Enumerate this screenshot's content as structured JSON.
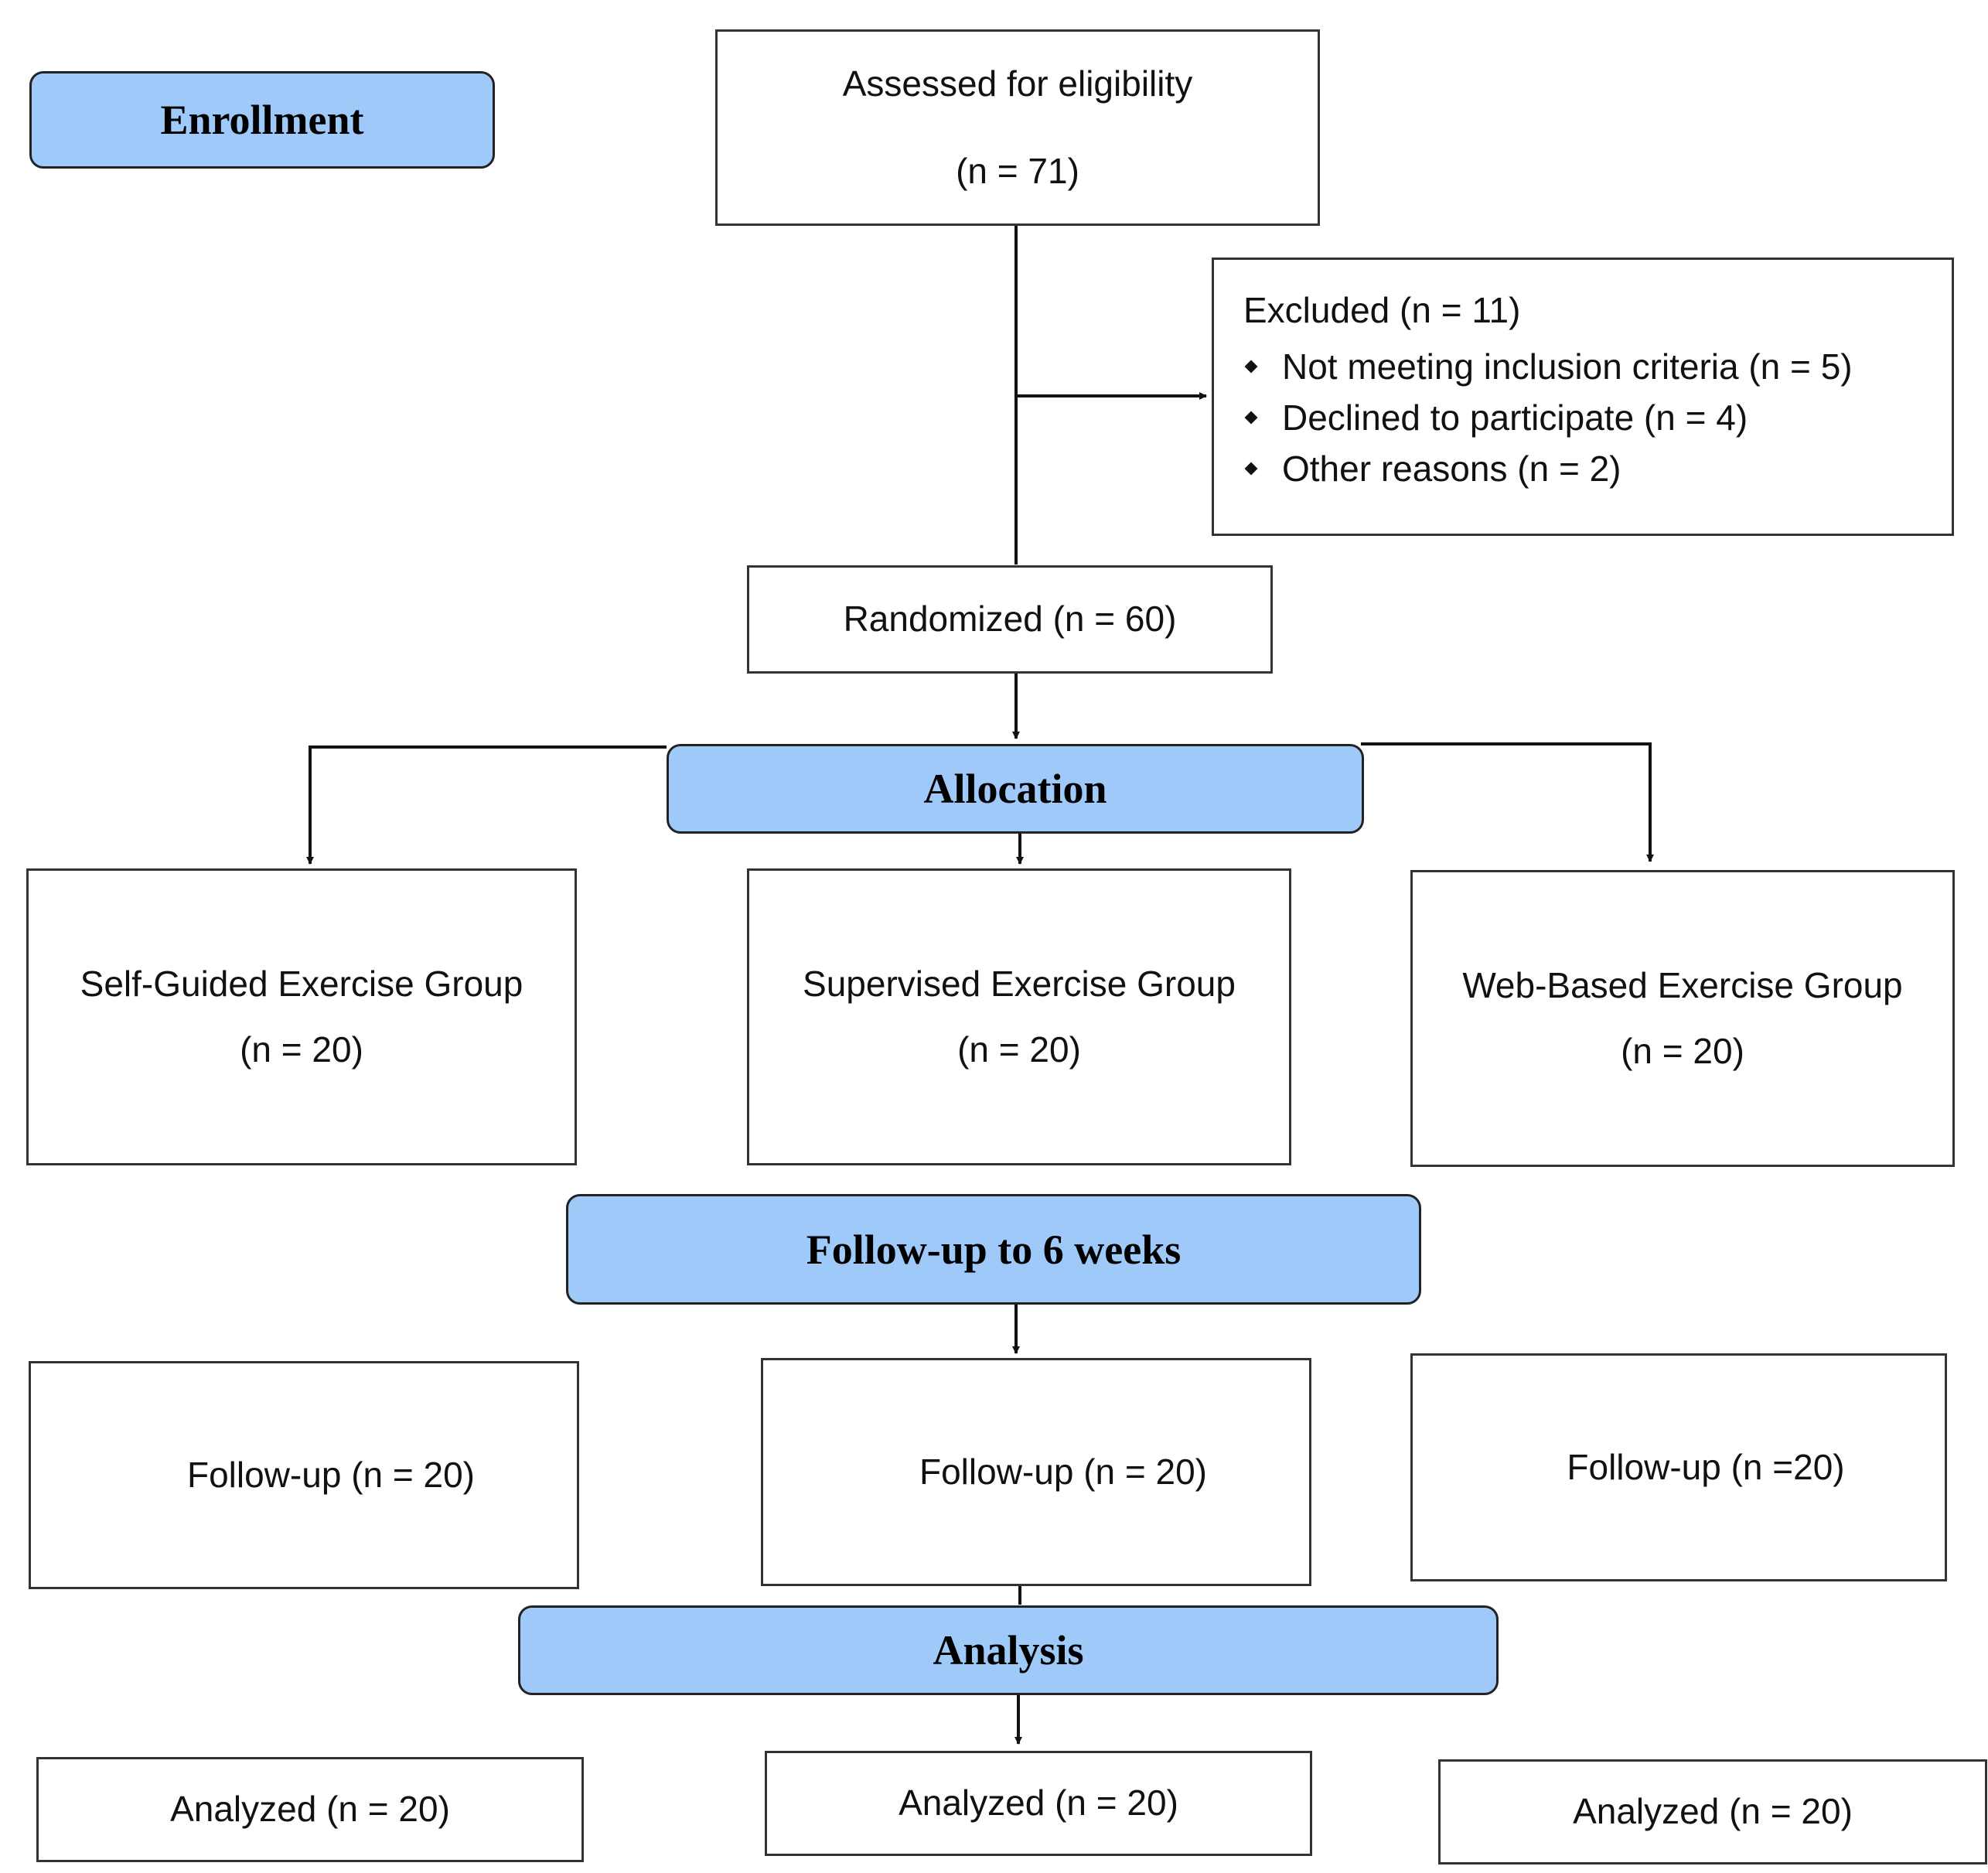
{
  "stages": {
    "enrollment": "Enrollment",
    "allocation": "Allocation",
    "follow_up": "Follow-up to 6 weeks",
    "analysis": "Analysis"
  },
  "assessed": {
    "line1": "Assessed for eligibility",
    "line2": "(n = 71)"
  },
  "excluded": {
    "title": "Excluded (n = 11)",
    "reasons": [
      "Not meeting inclusion criteria (n = 5)",
      "Declined to participate (n = 4)",
      "Other reasons (n = 2)"
    ]
  },
  "randomized": "Randomized (n = 60)",
  "groups": [
    {
      "name": "Self-Guided Exercise Group",
      "n": "(n = 20)",
      "followup": "Follow-up (n = 20)",
      "analyzed": "Analyzed (n = 20)"
    },
    {
      "name": "Supervised Exercise Group",
      "n": "(n = 20)",
      "followup": "Follow-up (n = 20)",
      "analyzed": "Analyzed (n = 20)"
    },
    {
      "name": "Web-Based Exercise Group",
      "n": "(n = 20)",
      "followup": "Follow-up (n =20)",
      "analyzed": "Analyzed (n = 20)"
    }
  ],
  "colors": {
    "stage_fill": "#9ec9f8",
    "border": "#333333"
  }
}
